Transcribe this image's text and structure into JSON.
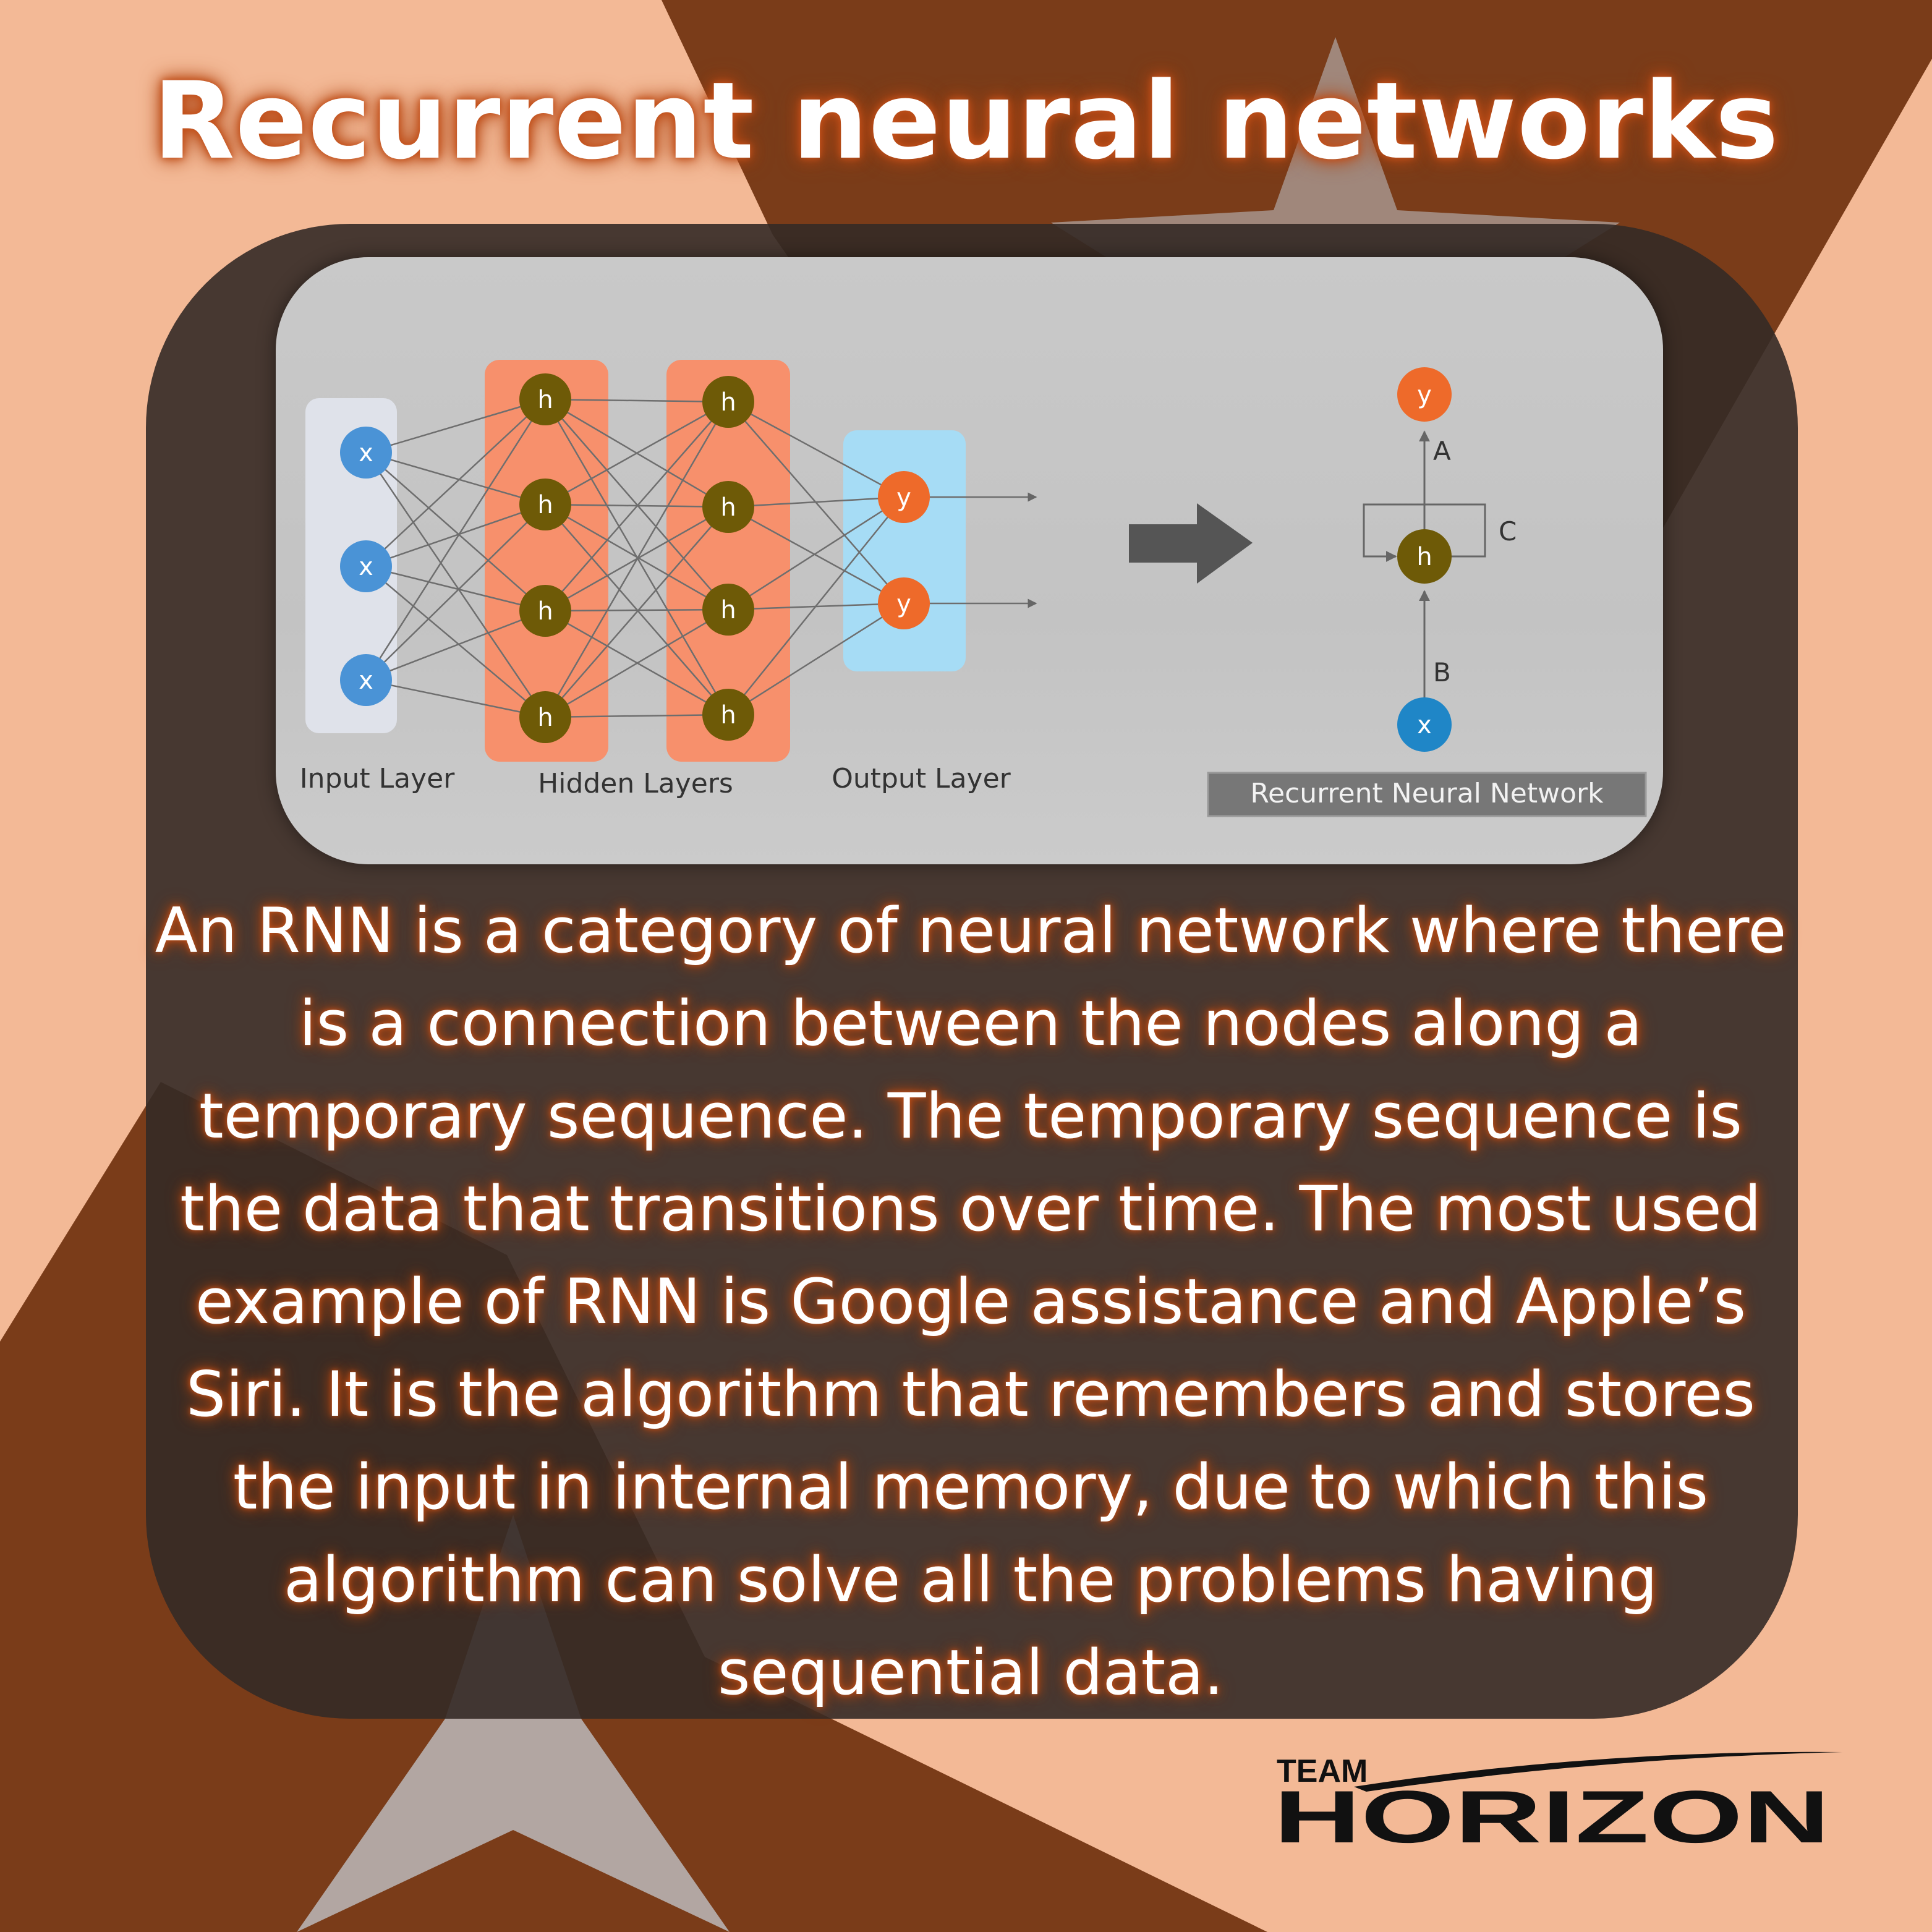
{
  "colors": {
    "peach": "#f3b996",
    "brown": "#7a3c19",
    "panel": "#342a26",
    "hidden_layer_bg": "#f7906c",
    "input_layer_bg": "#dfe2ea",
    "output_layer_bg": "#a6dcf5",
    "x_node": "#4a93d6",
    "h_node": "#6e5a07",
    "y_node": "#ee6a2a",
    "glow": "#c4501a"
  },
  "title": "Recurrent neural networks",
  "diagram": {
    "layer_labels": {
      "input": "Input Layer",
      "hidden": "Hidden Layers",
      "output": "Output Layer"
    },
    "node_labels": {
      "x": "x",
      "h": "h",
      "y": "y"
    },
    "rnn": {
      "caption": "Recurrent Neural Network",
      "edge_a": "A",
      "edge_b": "B",
      "edge_c": "C"
    }
  },
  "body": "An RNN is a category of neural network where there is a connection between the nodes along a temporary sequence. The temporary sequence is the data that transitions over time. The most used example of RNN is Google assistance and Apple’s Siri. It is the algorithm that remembers and stores the input in internal memory, due to which this algorithm can solve all the problems having sequential data.",
  "logo": {
    "top": "TEAM",
    "bottom": "HORIZON"
  }
}
